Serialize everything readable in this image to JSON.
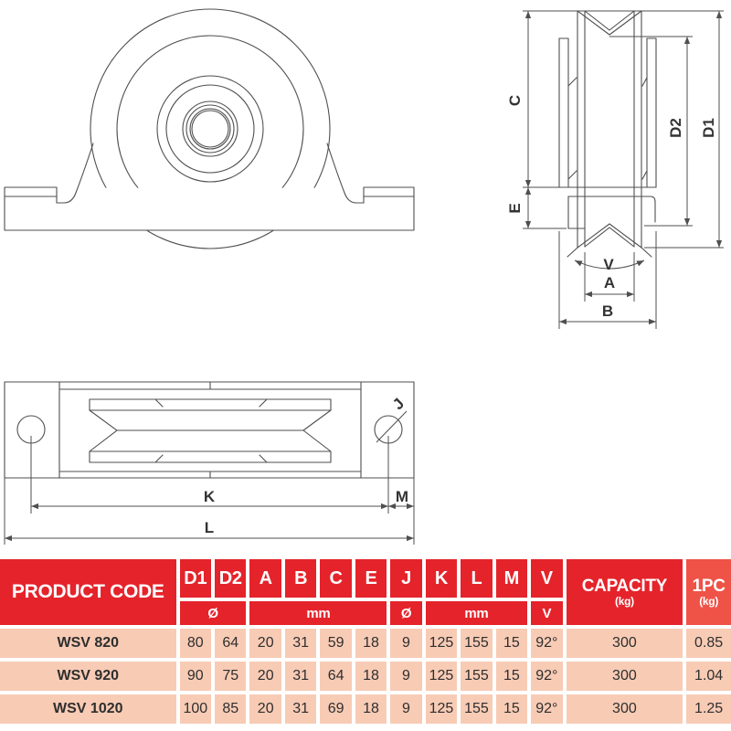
{
  "drawings": {
    "side_view": {
      "labels": {
        "c": "C",
        "e": "E",
        "d2": "D2",
        "d1": "D1",
        "v": "V",
        "a": "A",
        "b": "B"
      }
    },
    "bottom_view": {
      "labels": {
        "j": "J",
        "k": "K",
        "m": "M",
        "l": "L"
      }
    }
  },
  "table": {
    "header": {
      "product_code": "PRODUCT CODE",
      "dims": [
        "D1",
        "D2",
        "A",
        "B",
        "C",
        "E",
        "J",
        "K",
        "L",
        "M",
        "V"
      ],
      "units": {
        "diameter1": "Ø",
        "mm1": "mm",
        "diameter2": "Ø",
        "mm2": "mm",
        "v": "V"
      },
      "capacity": {
        "line1": "CAPACITY",
        "line2": "(kg)"
      },
      "one_pc": {
        "line1": "1PC",
        "line2": "(kg)"
      }
    },
    "rows": [
      {
        "code": "WSV 820",
        "values": [
          "80",
          "64",
          "20",
          "31",
          "59",
          "18",
          "9",
          "125",
          "155",
          "15",
          "92°",
          "300",
          "0.85"
        ]
      },
      {
        "code": "WSV 920",
        "values": [
          "90",
          "75",
          "20",
          "31",
          "64",
          "18",
          "9",
          "125",
          "155",
          "15",
          "92°",
          "300",
          "1.04"
        ]
      },
      {
        "code": "WSV 1020",
        "values": [
          "100",
          "85",
          "20",
          "31",
          "69",
          "18",
          "9",
          "125",
          "155",
          "15",
          "92°",
          "300",
          "1.25"
        ]
      }
    ]
  },
  "colors": {
    "header_red": "#e5232b",
    "header_red_light": "#ef5247",
    "row_peach": "#f8cbb5",
    "line_gray": "#4f4f4f"
  }
}
